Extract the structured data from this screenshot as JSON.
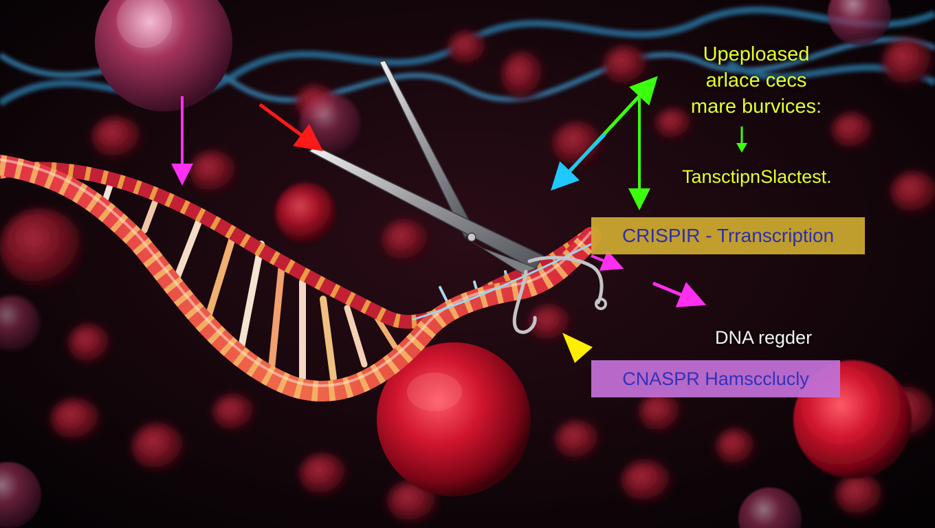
{
  "labels": {
    "note_lines": [
      "Upeploased",
      "arlace cecs",
      "mare burvices:"
    ],
    "result": "TansctipnSlactest.",
    "box_top": "CRISPIR - Trranscription",
    "dna_regder": "DNA regder",
    "box_bottom": "CNASPR Hamscclucly"
  },
  "colors": {
    "label_yellow": "#e9ff2a",
    "box_top_fill": "#ceaa30",
    "box_top_text": "#2b2fae",
    "box_bottom_fill": "#c070d6",
    "box_bottom_text": "#3531b8",
    "arrow_magenta": "#ff2ff0",
    "arrow_red": "#ff1a1a",
    "arrow_green": "#3cff10",
    "arrow_cyan": "#1fc8ff",
    "arrow_yellow": "#ffee00",
    "dna_red": "#d8283a",
    "dna_gold": "#f0b048",
    "blood_cell": "#c8102e",
    "helix_blue": "#2b7fb0"
  },
  "icons": [
    "scissors-icon",
    "dna-helix",
    "blood-cell",
    "virus-particle",
    "arrow-icon"
  ]
}
